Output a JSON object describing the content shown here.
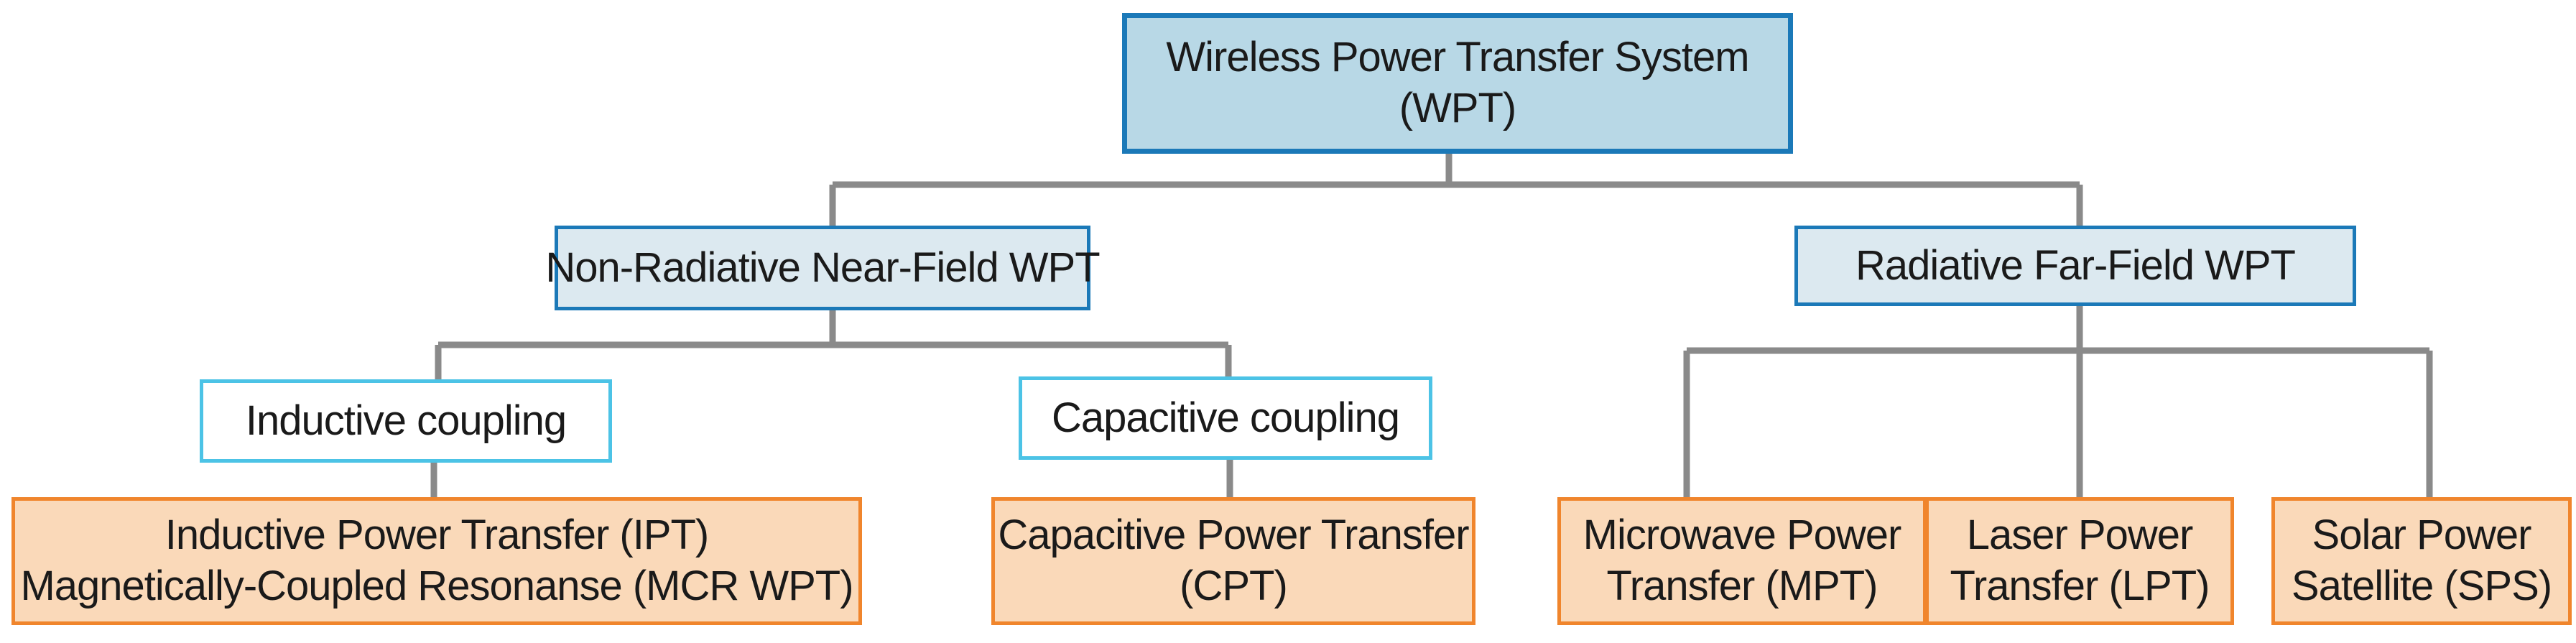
{
  "diagram": {
    "root": {
      "lines": [
        "Wireless Power Transfer System",
        "(WPT)"
      ]
    },
    "categories": {
      "near_field": "Non-Radiative Near-Field WPT",
      "far_field": "Radiative Far-Field WPT"
    },
    "couplings": {
      "inductive": "Inductive coupling",
      "capacitive": "Capacitive coupling"
    },
    "methods": {
      "ipt": [
        "Inductive Power Transfer (IPT)",
        "Magnetically-Coupled Resonanse (MCR WPT)"
      ],
      "cpt": [
        "Capacitive Power Transfer",
        "(CPT)"
      ],
      "mpt": [
        "Microwave Power",
        "Transfer (MPT)"
      ],
      "lpt": [
        "Laser Power",
        "Transfer (LPT)"
      ],
      "sps": [
        "Solar Power",
        "Satellite (SPS)"
      ]
    },
    "colors": {
      "root_fill": "#b8d8e6",
      "root_border": "#1b79b8",
      "category_fill": "#dce9f0",
      "category_border": "#1b79b8",
      "coupling_fill": "#ffffff",
      "coupling_border": "#4cc3e6",
      "method_fill": "#fad9b9",
      "method_border": "#f0852c",
      "connector": "#8a8a8a"
    }
  }
}
